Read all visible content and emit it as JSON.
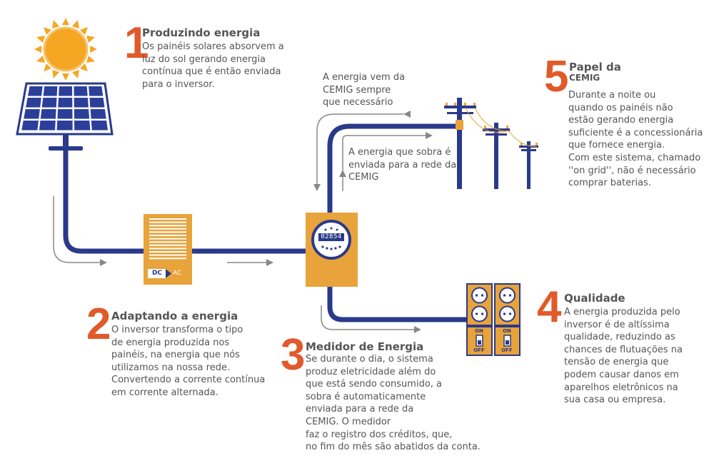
{
  "steps": [
    {
      "number": "1",
      "title": "Produzindo energia",
      "text": "Os painéis solares absorvem a\nluz do sol gerando energia\ncontínua que é então enviada\npara o inversor."
    },
    {
      "number": "2",
      "title": "Adaptando a energia",
      "text": "O inversor transforma o tipo\nde energia produzida nos\npainéis, na energia que nós\nutilizamos na nossa rede.\nConvertendo a corrente contínua\nem corrente alternada."
    },
    {
      "number": "3",
      "title": "Medidor de Energia",
      "text": "Se durante o dia, o sistema\nproduz eletricidade além do\nque está sendo consumido, a\nsobra é automaticamente\nenviada para a rede da\nCEMIG. O medidor\nfaz o registro dos créditos, que,\nno fim do mês são abatidos da conta."
    },
    {
      "number": "4",
      "title": "Qualidade",
      "text": "A energia produzida pelo\ninversor é de altíssima\nqualidade, reduzindo as\nchances de flutuações na\ntensão de energia que\npodem causar danos em\naparelhos eletrônicos na\nsua casa ou empresa."
    },
    {
      "number": "5",
      "title": "Papel da",
      "subtitle": "CEMIG",
      "text": "Durante a noite ou\nquando os painéis não\nestão gerando energia\nsuficiente é a concessionária\nque fornece energia.\nCom este sistema, chamado\n''on grid'', não é necessário\ncomprar baterias."
    }
  ],
  "notes": {
    "grid_in": "A energia vem da\nCEMIG sempre\nque necessário",
    "grid_out": "A energia que sobra é\nenviada para a rede da\nCEMIG"
  },
  "inverter": {
    "dc_label": "DC",
    "ac_label": "AC"
  },
  "meter": {
    "reading": "02854"
  },
  "switches": {
    "on_label": "ON",
    "off_label": "OFF"
  },
  "colors": {
    "wire": "#2a3a8a",
    "orange": "#e8a33a",
    "number": "#e05a2b",
    "panel": "#2b3f9a",
    "sun": "#f5a623",
    "arrow": "#888888"
  }
}
